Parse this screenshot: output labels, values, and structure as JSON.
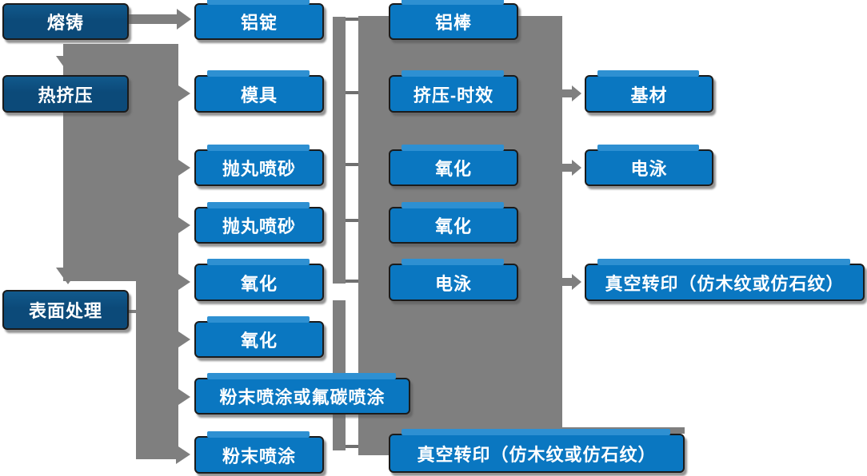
{
  "diagram": {
    "description": "Aluminum profile production process flow diagram",
    "columns": [
      {
        "role": "process-stages",
        "items": [
          "熔铸",
          "热挤压",
          "表面处理"
        ]
      },
      {
        "role": "stage-outputs",
        "items": [
          "铝锭",
          "模具",
          "抛丸喷砂",
          "抛丸喷砂",
          "氧化",
          "氧化",
          "粉末喷涂或氟碳喷涂",
          "粉末喷涂"
        ]
      },
      {
        "role": "intermediate-steps",
        "items": [
          "铝棒",
          "挤压-时效",
          "氧化",
          "氧化",
          "电泳",
          "真空转印（仿木纹或仿石纹）"
        ]
      },
      {
        "role": "final-products",
        "items": [
          "基材",
          "电泳",
          "真空转印（仿木纹或仿石纹）"
        ]
      }
    ],
    "colors": {
      "stage_box": "#0c4a79",
      "process_box": "#0a77c1",
      "box_highlight": "#2e90d2",
      "connector_gray": "#7f7f7f",
      "box_border": "#1b1b1b",
      "text": "#ffffff",
      "background": "#ffffff"
    }
  }
}
